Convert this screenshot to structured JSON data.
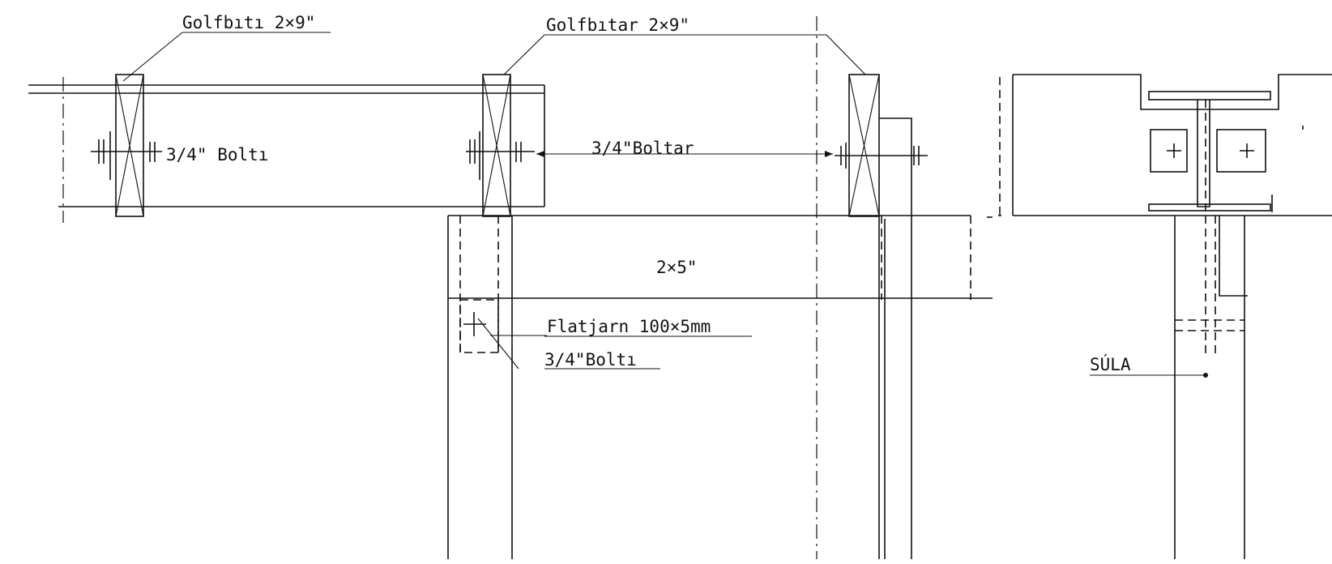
{
  "labels": {
    "golfbiti_left": "Golfbıtı  2×9\"",
    "golfbitar_top": "Golfbıtar  2×9\"",
    "bolti_left": "3/4\" Boltı",
    "boltar_mid": "3/4\"Boltar",
    "plank_size": "2×5\"",
    "flatjarn": "Flatjarn  100×5mm",
    "bolti_lower": "3/4\"Boltı",
    "sula": "SÚLA"
  }
}
